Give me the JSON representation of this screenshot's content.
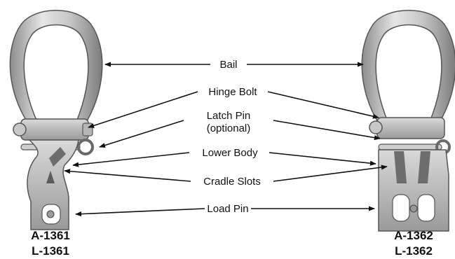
{
  "labels": {
    "bail": "Bail",
    "hinge_bolt": "Hinge Bolt",
    "latch_pin_line1": "Latch Pin",
    "latch_pin_line2": "(optional)",
    "lower_body": "Lower Body",
    "cradle_slots": "Cradle Slots",
    "load_pin": "Load Pin"
  },
  "left_model": {
    "line1": "A-1361",
    "line2": "L-1361"
  },
  "right_model": {
    "line1": "A-1362",
    "line2": "L-1362"
  },
  "colors": {
    "metal_light": "#e3e3e3",
    "metal_mid": "#b9b9b9",
    "metal_dark": "#7a7a7a",
    "arrow": "#111111"
  }
}
